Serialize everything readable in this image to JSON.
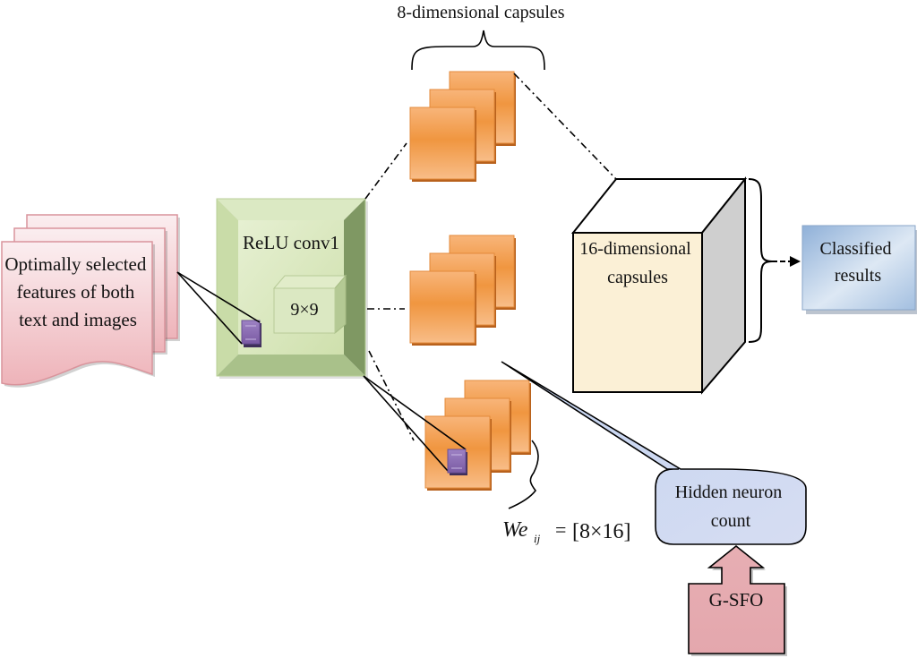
{
  "input_doc": {
    "lines": [
      "Optimally selected",
      "features of both",
      "text and images"
    ]
  },
  "conv_layer": {
    "label": "ReLU conv1",
    "kernel_label": "9×9"
  },
  "primary_capsules": {
    "label": "8-dimensional capsules",
    "stack_count": 3
  },
  "weight_label": {
    "lhs": "We",
    "subscript": "ij",
    "eq": "=",
    "rhs": "[8×16]"
  },
  "digit_capsules": {
    "lines": [
      "16-dimensional",
      "capsules"
    ]
  },
  "output": {
    "lines": [
      "Classified",
      "results"
    ]
  },
  "callout": {
    "lines": [
      "Hidden neuron",
      "count"
    ]
  },
  "optimizer": {
    "label": "G-SFO"
  },
  "colors": {
    "doc_fill": "#f2c4c8",
    "doc_stroke": "#d9949c",
    "conv_fill": "#d6e6b8",
    "conv_dark": "#7e9460",
    "capsule_orange": "#f2a55c",
    "kernel_purple": "#8a6bb0",
    "cube_front": "#fbf1d8",
    "cube_side": "#cfcfcf",
    "output_blue": "#a9c3e0",
    "callout_blue": "#c9d8f0",
    "optimizer_pink": "#e8b4b8"
  }
}
